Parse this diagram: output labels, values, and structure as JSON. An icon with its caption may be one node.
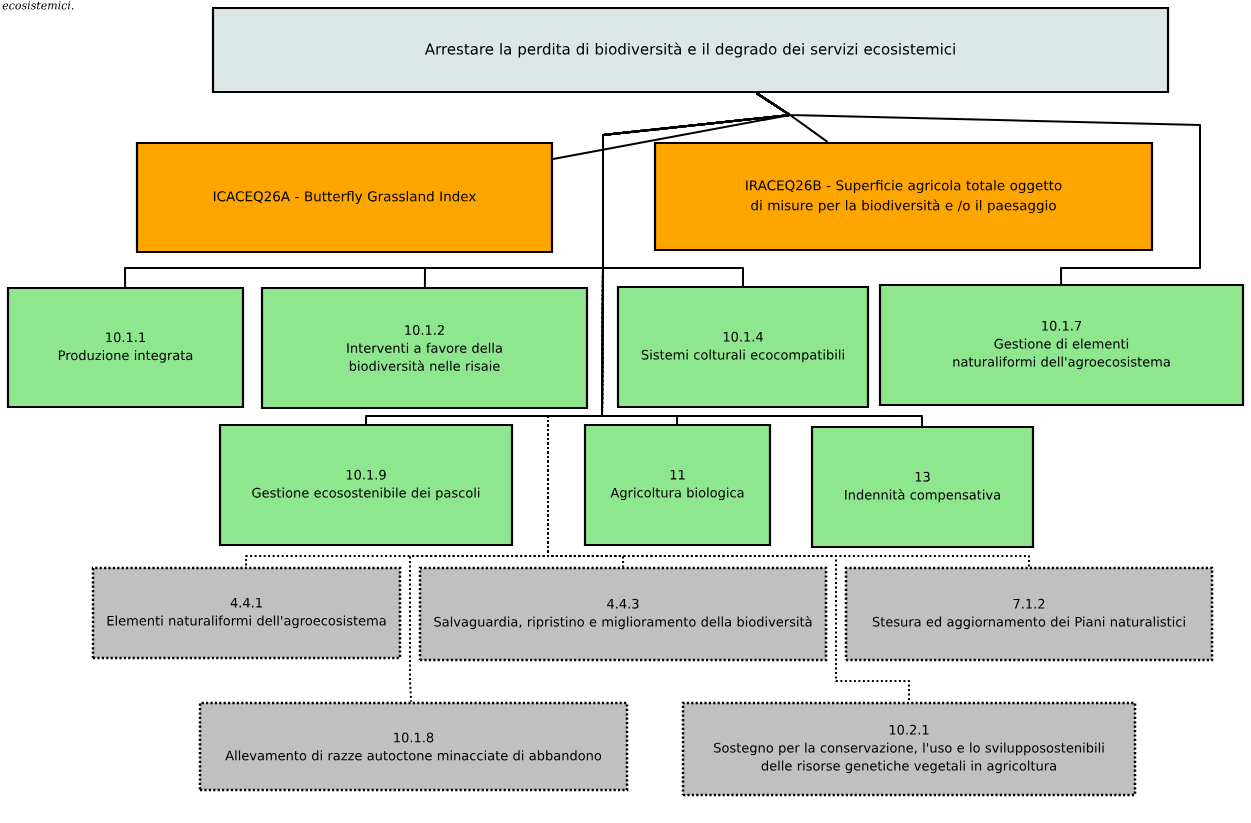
{
  "diagram": {
    "nodes": [
      {
        "text": [
          "Arrestare la perdita di biodiversità e il degrado dei servizi ecosistemici"
        ]
      },
      {
        "text": [
          "ICACEQ26A - Butterfly Grassland Index"
        ]
      },
      {
        "text": [
          "IRACEQ26B - Superficie agricola totale oggetto di misure per la biodiversità e /o il paesaggio"
        ]
      },
      {
        "text": [
          "10.1.1",
          "Produzione integrata"
        ]
      },
      {
        "text": [
          "10.1.2",
          "Interventi a favore della biodiversità nelle risaie"
        ]
      },
      {
        "text": [
          "10.1.4",
          "Sistemi colturali ecocompatibili"
        ]
      },
      {
        "text": [
          "10.1.7",
          "Gestione di elementi naturaliformi dell'agroecosistema"
        ]
      },
      {
        "text": [
          "10.1.9",
          "Gestione ecosostenibile dei pascoli"
        ]
      },
      {
        "text": [
          "11",
          "Agricoltura biologica"
        ]
      },
      {
        "text": [
          "13",
          "Indennità compensativa"
        ]
      },
      {
        "text": [
          "4.4.1",
          "Elementi naturaliformi dell'agroecosistema"
        ]
      },
      {
        "text": [
          "4.4.3",
          "Salvaguardia, ripristino e miglioramento della biodiversità"
        ]
      },
      {
        "text": [
          "7.1.2",
          "Stesura ed aggiornamento dei Piani naturalistici"
        ]
      },
      {
        "text": [
          "10.1.8",
          "Allevamento di razze autoctone minacciate di abbandono"
        ]
      },
      {
        "text": [
          "10.2.1",
          "Sostegno per la conservazione, l'uso e lo svilupposostenibili delle risorse genetiche vegetali in agricoltura"
        ]
      }
    ],
    "edges": [
      {
        "from": 0,
        "to": 1,
        "arrow": "none"
      },
      {
        "from": 0,
        "to": 2,
        "arrow": "none"
      },
      {
        "from": 0,
        "to": 3,
        "arrow": "none"
      },
      {
        "from": 0,
        "to": 4,
        "arrow": "none"
      },
      {
        "from": 0,
        "to": 5,
        "arrow": "none"
      },
      {
        "from": 0,
        "to": 6,
        "arrow": "none"
      },
      {
        "from": 0,
        "to": 7,
        "arrow": "none"
      },
      {
        "from": 0,
        "to": 8,
        "arrow": "none"
      },
      {
        "from": 0,
        "to": 9,
        "arrow": "none"
      },
      {
        "from": 0,
        "to": 10,
        "arrow": "none",
        "style": "dashed"
      },
      {
        "from": 0,
        "to": 11,
        "arrow": "none",
        "style": "dashed"
      },
      {
        "from": 0,
        "to": 12,
        "arrow": "none",
        "style": "dashed"
      },
      {
        "from": 0,
        "to": 13,
        "arrow": "none",
        "style": "dashed"
      },
      {
        "from": 0,
        "to": 14,
        "arrow": "none",
        "style": "dashed"
      }
    ],
    "labels": [
      "ecosistemici."
    ]
  }
}
